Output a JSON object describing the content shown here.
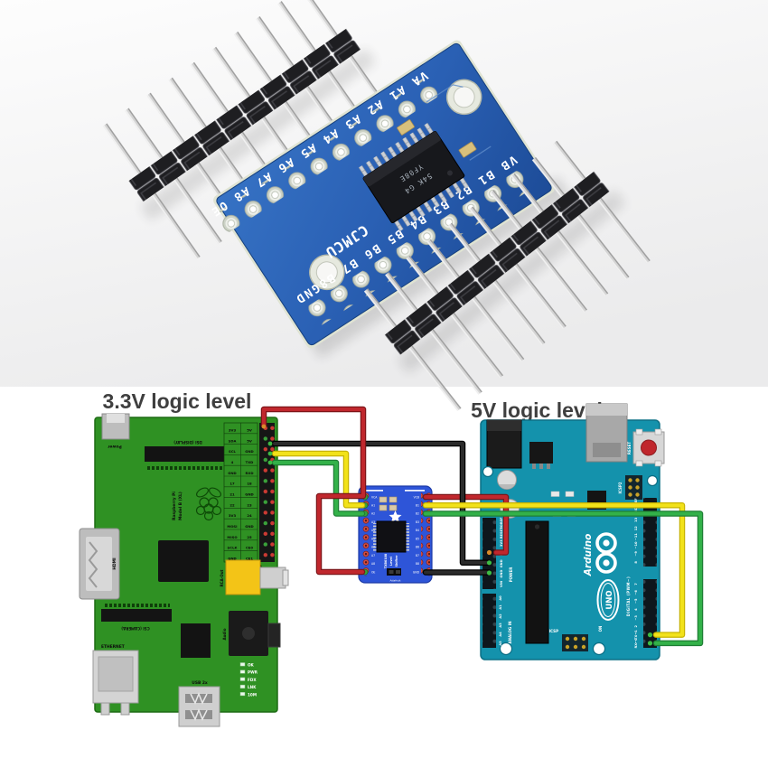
{
  "photo": {
    "module": {
      "brand": "CJMCU",
      "top_row": "VA A1 A2 A3 A4 A5 A6 A7 A8 OE",
      "bottom_row": "VB B1 B2 B3 B4 B5 B6 B7 B8GND",
      "chip_line1": "YF08E",
      "chip_line2": "54K G4"
    }
  },
  "diagram": {
    "left_caption": "3.3V logic level",
    "right_caption": "5V logic level",
    "wires": [
      {
        "color": "red",
        "from": "Raspberry Pi 3V3",
        "to": "shifter VCA + OE"
      },
      {
        "color": "red",
        "from": "shifter VCB",
        "to": "Arduino 5V"
      },
      {
        "color": "black",
        "from": "Raspberry Pi GND",
        "to": "Arduino GND"
      },
      {
        "color": "black",
        "from": "shifter GND",
        "to": "Arduino GND"
      },
      {
        "color": "yellow",
        "from": "Raspberry Pi TXD",
        "to": "shifter A1/B1 to Arduino TX→1"
      },
      {
        "color": "green",
        "from": "Raspberry Pi RXD",
        "to": "shifter A2/B2 to Arduino RX←0"
      }
    ],
    "colors": {
      "wire_red": "#c0272d",
      "wire_black": "#1c1c1c",
      "wire_yellow": "#f2e21a",
      "wire_green": "#33b149",
      "pi_green": "#2f9123",
      "arduino_teal": "#1492ac",
      "shifter_blue": "#2e55d8",
      "pcb_blue": "#2b63b8"
    }
  },
  "pi": {
    "power": "Power",
    "dsi": "DSI (DISPLAY)",
    "model_line1": "Raspberry Pi",
    "model_line2": "Model B (XL)",
    "gpio_title": "GPIO",
    "hdmi": "HDMI",
    "rca": "RCA-Out",
    "csi": "CSI (CAMERA)",
    "audio": "Audio",
    "ethernet": "ETHERNET",
    "usb": "USB 2x",
    "leds": [
      "OK",
      "PWR",
      "FDX",
      "LNK",
      "10M"
    ],
    "gpio_left": [
      "3V3",
      "SDA",
      "SCL",
      "4",
      "GND",
      "17",
      "21",
      "22",
      "3V3",
      "MOSI",
      "MISO",
      "SCLK",
      "GND"
    ],
    "gpio_right": [
      "5V",
      "5V",
      "GND",
      "TXD",
      "RXD",
      "18",
      "GND",
      "23",
      "24",
      "GND",
      "25",
      "CE0",
      "CE1"
    ]
  },
  "shifter": {
    "title1": "TXB0108",
    "title2": "Level",
    "title3": "Shifter",
    "bottom_text": "Adafruit",
    "left_pins": [
      "VCA",
      "A1",
      "A2",
      "A3",
      "A4",
      "A5",
      "A6",
      "A7",
      "A8",
      "OE"
    ],
    "right_pins": [
      "VCB",
      "B1",
      "B2",
      "B3",
      "B4",
      "B5",
      "B6",
      "B7",
      "B8",
      "GND"
    ]
  },
  "arduino": {
    "brand": "Arduino",
    "model": "UNO",
    "reset": "RESET",
    "icsp2": "ICSP2",
    "icsp": "ICSP",
    "on": "ON",
    "digital_label": "DIGITAL (PWM~)",
    "power_label": "POWER",
    "analog_label": "ANALOG IN",
    "digital_upper": [
      "AREF",
      "GND",
      "13",
      "12",
      "~11",
      "~10",
      "~9",
      "8"
    ],
    "digital_lower": [
      "7",
      "~6",
      "~5",
      "4",
      "~3",
      "2",
      "TX→1",
      "RX←0"
    ],
    "power_pins": [
      "IOREF",
      "RESET",
      "3V3",
      "5V",
      "GND",
      "GND",
      "VIN"
    ],
    "analog_pins": [
      "A0",
      "A1",
      "A2",
      "A3",
      "A4",
      "A5"
    ]
  }
}
